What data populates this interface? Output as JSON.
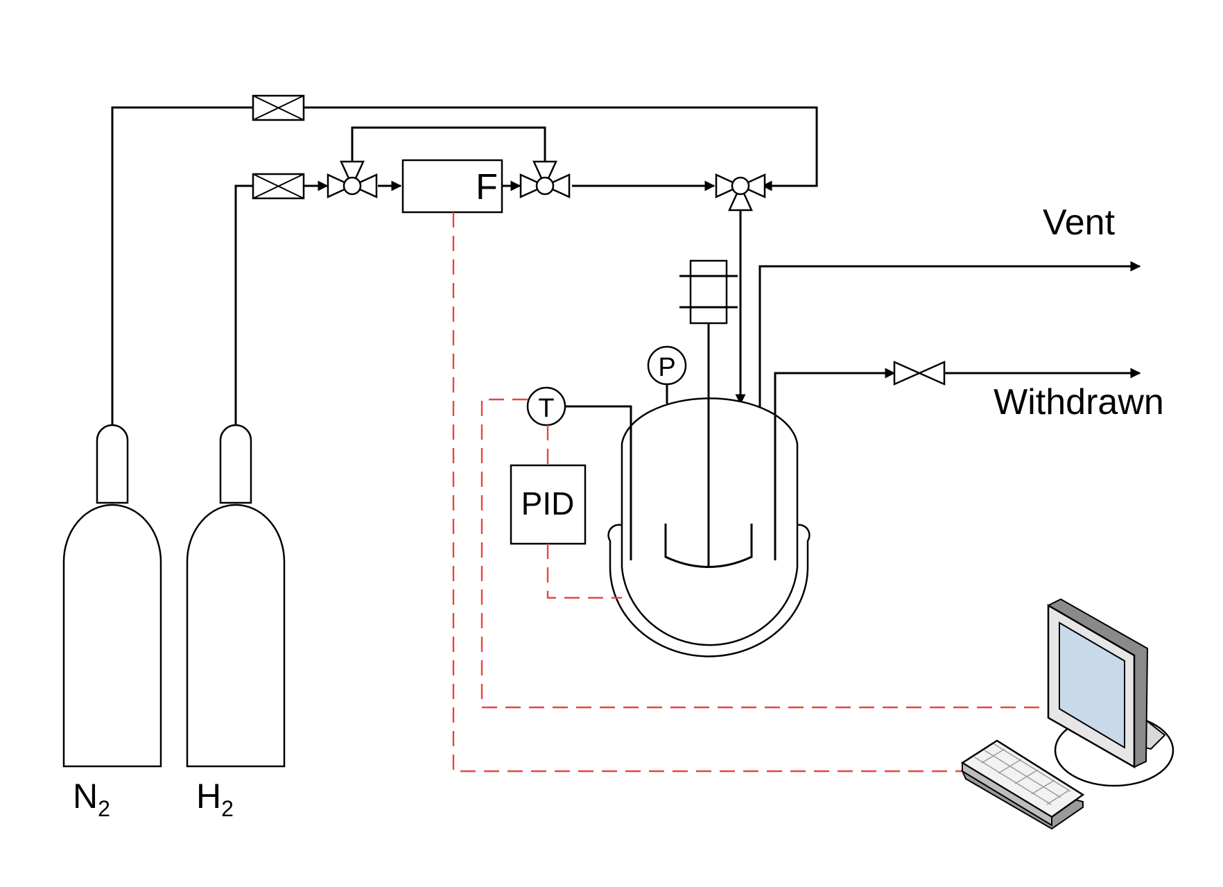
{
  "labels": {
    "vent": "Vent",
    "withdrawn": "Withdrawn",
    "flow_meter": "F",
    "pid": "PID",
    "temperature": "T",
    "pressure": "P",
    "cylinder_n2": {
      "base": "N",
      "sub": "2"
    },
    "cylinder_h2": {
      "base": "H",
      "sub": "2"
    }
  },
  "colors": {
    "line": "#000000",
    "signal": "#e8453c",
    "monitor_frame": "#e6e6e6",
    "monitor_screen": "#c8d9ea"
  }
}
